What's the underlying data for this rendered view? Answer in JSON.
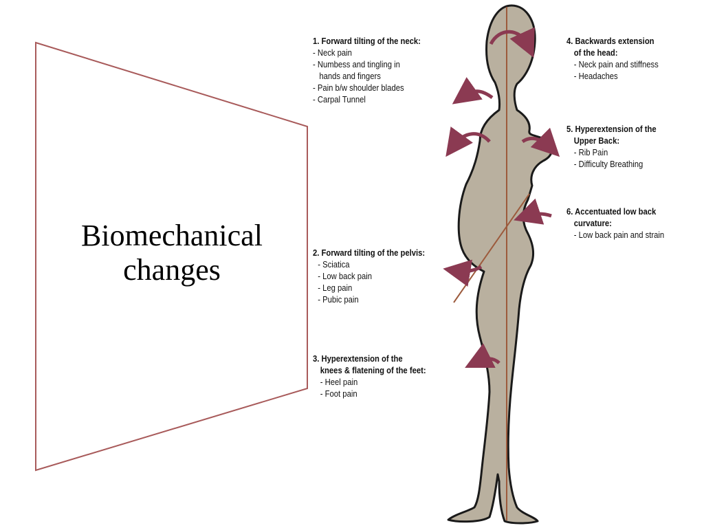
{
  "title": {
    "line1": "Biomechanical",
    "line2": "changes"
  },
  "colors": {
    "trapezoid_stroke": "#a85a5a",
    "silhouette_fill": "#b9b09f",
    "silhouette_stroke": "#1a1a1a",
    "arrow": "#8b3a52",
    "gravity_line": "#9c5a3c"
  },
  "labels": {
    "neck_tilt": {
      "heading": "1. Forward tilting of the neck:",
      "items": [
        "- Neck pain",
        "- Numbess and tingling in",
        "   hands and fingers",
        "- Pain b/w shoulder blades",
        "- Carpal Tunnel"
      ]
    },
    "pelvis_tilt": {
      "heading": "2. Forward tilting of the pelvis:",
      "items": [
        "- Sciatica",
        "- Low back pain",
        "- Leg pain",
        "- Pubic pain"
      ]
    },
    "knees_feet": {
      "heading_line1": "3. Hyperextension of the",
      "heading_line2": "knees & flatening of the feet:",
      "items": [
        "- Heel pain",
        "- Foot pain"
      ]
    },
    "head_extension": {
      "heading_line1": "4. Backwards extension",
      "heading_line2": "of the head:",
      "items": [
        "- Neck pain and stiffness",
        "- Headaches"
      ]
    },
    "upper_back": {
      "heading_line1": "5. Hyperextension of the",
      "heading_line2": "Upper Back:",
      "items": [
        "- Rib Pain",
        "- Difficulty Breathing"
      ]
    },
    "low_back": {
      "heading_line1": "6. Accentuated low back",
      "heading_line2": "curvature:",
      "items": [
        "- Low back pain and strain"
      ]
    }
  }
}
